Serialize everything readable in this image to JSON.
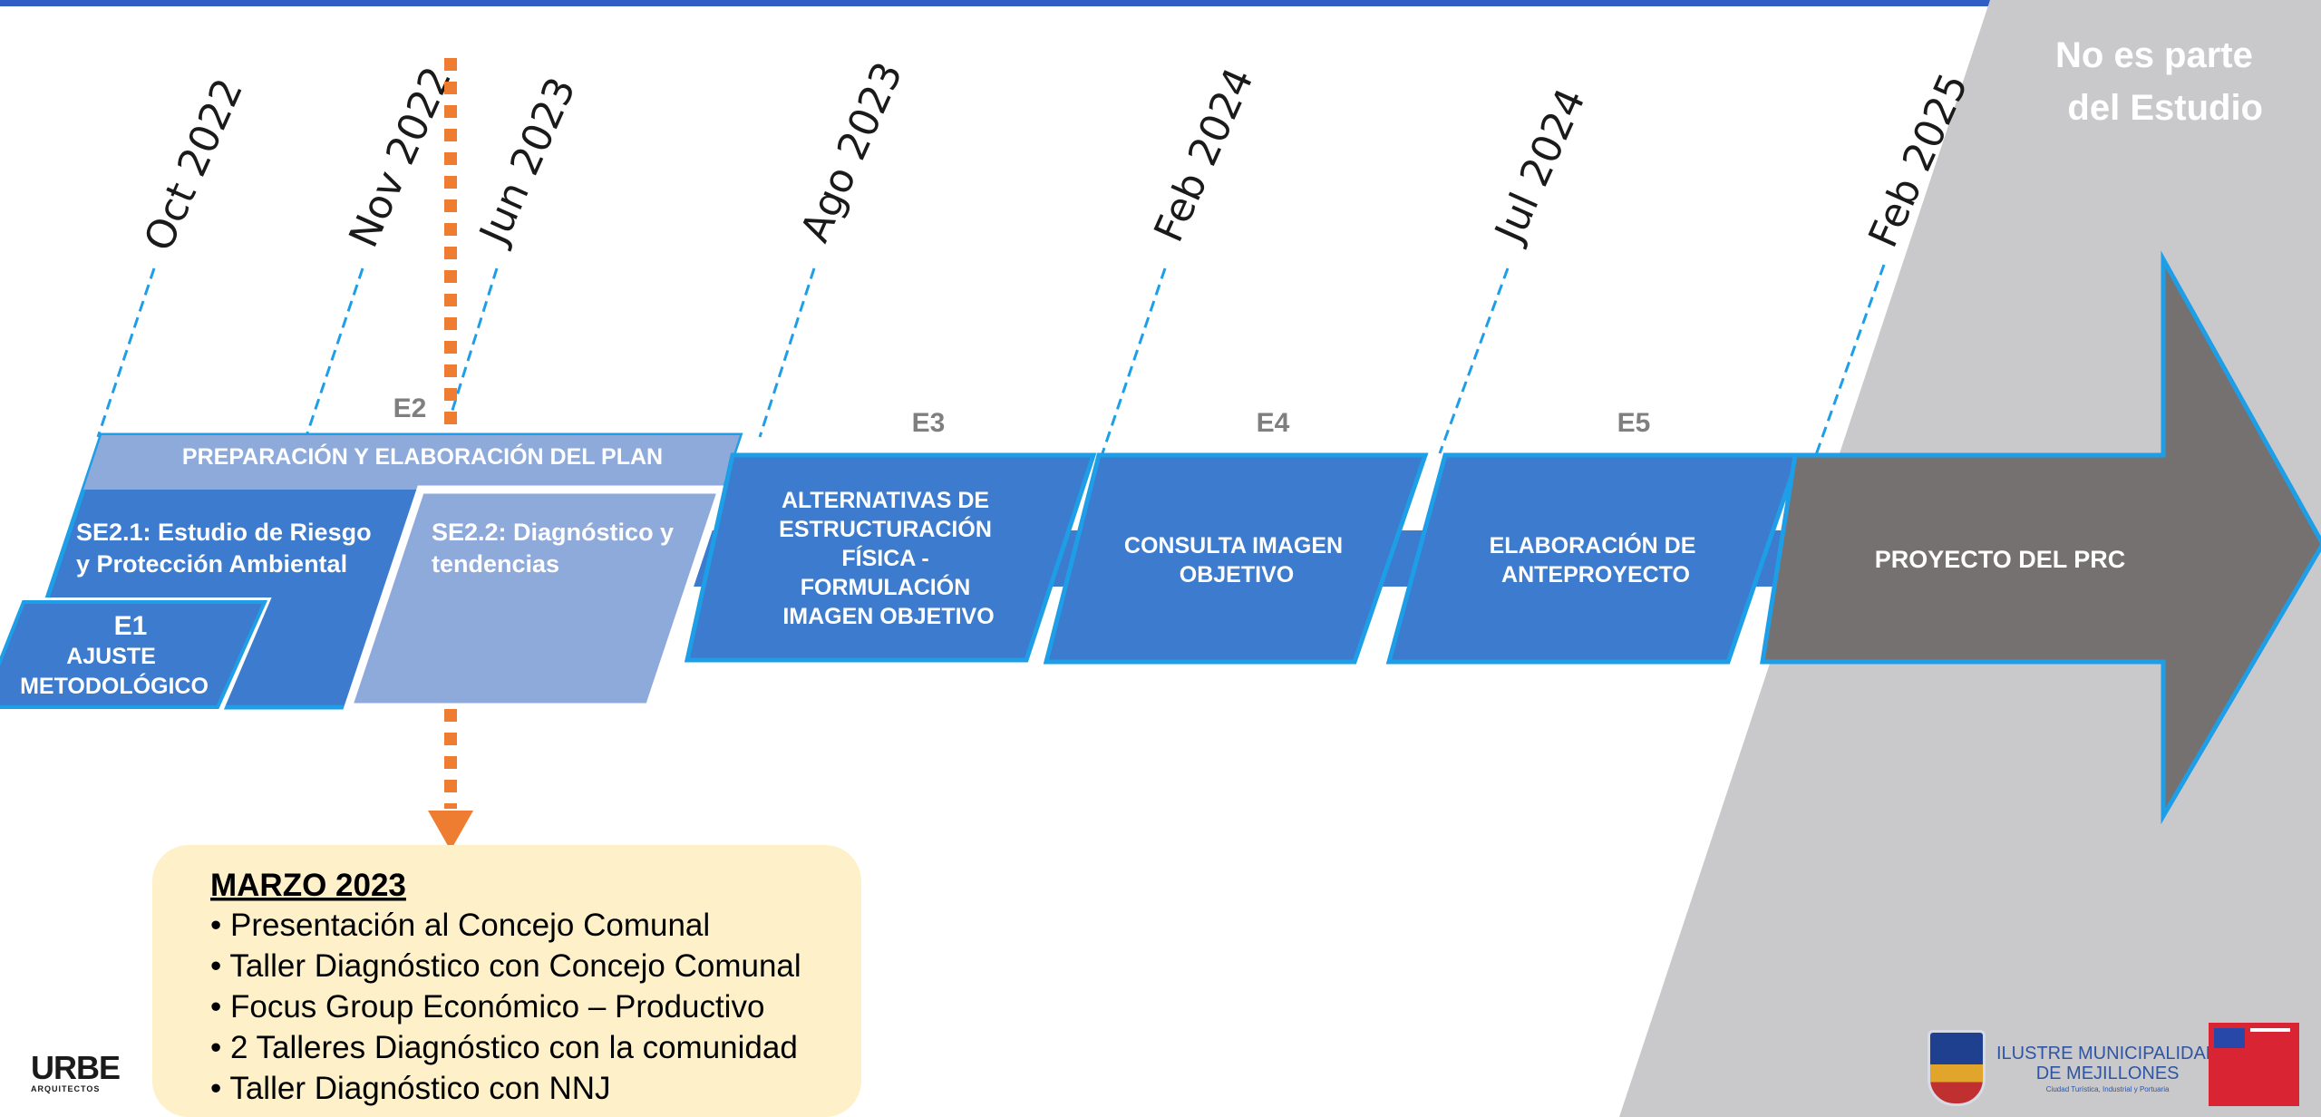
{
  "dates": [
    "Oct 2022",
    "Nov 2022",
    "Jun 2023",
    "Ago 2023",
    "Feb 2024",
    "Jul 2024",
    "Feb 2025"
  ],
  "no_study": {
    "line1": "No es parte",
    "line2": "del Estudio"
  },
  "stages": {
    "e1": {
      "tag": "E1",
      "line1": "AJUSTE",
      "line2": "METODOLÓGICO"
    },
    "e2": {
      "tag": "E2",
      "header": "PREPARACIÓN Y ELABORACIÓN DEL PLAN",
      "se21": {
        "line1": "SE2.1: Estudio de Riesgo",
        "line2": "y Protección Ambiental"
      },
      "se22": {
        "line1": "SE2.2: Diagnóstico y",
        "line2": "tendencias"
      }
    },
    "e3": {
      "tag": "E3",
      "lines": [
        "ALTERNATIVAS DE",
        "ESTRUCTURACIÓN",
        "FÍSICA -",
        "FORMULACIÓN",
        "IMAGEN OBJETIVO"
      ]
    },
    "e4": {
      "tag": "E4",
      "lines": [
        "CONSULTA IMAGEN",
        "OBJETIVO"
      ]
    },
    "e5": {
      "tag": "E5",
      "lines": [
        "ELABORACIÓN DE",
        "ANTEPROYECTO"
      ]
    },
    "prc": {
      "label": "PROYECTO DEL PRC"
    }
  },
  "note": {
    "title": "MARZO 2023",
    "items": [
      "• Presentación al Concejo Comunal",
      "• Taller Diagnóstico con Concejo Comunal",
      "• Focus Group Económico – Productivo",
      "• 2 Talleres Diagnóstico con la comunidad",
      "• Taller Diagnóstico con NNJ"
    ]
  },
  "logos": {
    "urbe": "URBE",
    "urbe_sub": "ARQUITECTOS",
    "muni_line1": "ILUSTRE MUNICIPALIDAD",
    "muni_line2": "DE MEJILLONES",
    "muni_line3": "Ciudad Turística, Industrial y Portuaria"
  },
  "colors": {
    "blue": "#3c7bcd",
    "light_blue": "#8eaadb",
    "border": "#1e9ee6",
    "gray_arrow": "#767171",
    "gray_bg": "#c9c9cb",
    "orange": "#ef7d31",
    "note_bg": "#fef0c9",
    "top_bar": "#2f5ec4"
  }
}
